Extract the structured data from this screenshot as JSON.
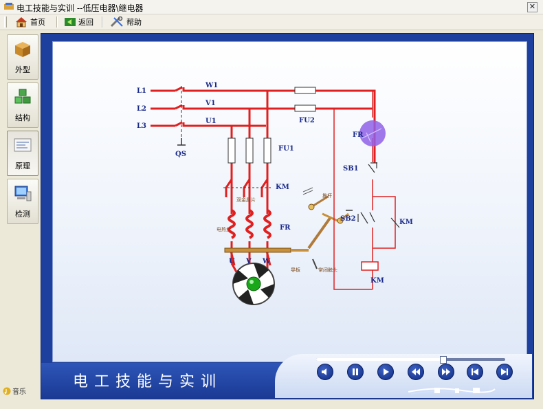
{
  "window": {
    "title": "电工技能与实训 --低压电器\\继电器"
  },
  "toolbar": {
    "home_label": "首页",
    "back_label": "返回",
    "help_label": "帮助"
  },
  "sidebar": {
    "items": [
      {
        "label": "外型",
        "icon": "box-icon"
      },
      {
        "label": "结构",
        "icon": "cubes-icon"
      },
      {
        "label": "原理",
        "icon": "diagram-icon"
      },
      {
        "label": "检测",
        "icon": "computer-icon"
      }
    ]
  },
  "music": {
    "label": "音乐"
  },
  "banner": {
    "text": "电工技能与实训"
  },
  "player": {
    "progress": 0.67
  },
  "diagram": {
    "lines": [
      "L1",
      "L2",
      "L3"
    ],
    "phases": [
      "W1",
      "V1",
      "U1"
    ],
    "qs": "QS",
    "fu1": "FU1",
    "fu2": "FU2",
    "km_main": "KM",
    "fr_main": "FR",
    "fr_ctrl": "FR",
    "sb1": "SB1",
    "sb2": "SB2",
    "km_aux": "KM",
    "km_coil": "KM",
    "motor_terms": [
      "U",
      "V",
      "W"
    ],
    "heater_label": "电热丝",
    "label_pushrod": "推杆",
    "label_guide": "导板",
    "label_nc_contact": "常闭触头",
    "label_bimetal": "双金属片"
  },
  "colors": {
    "wire": "#e02020",
    "panel_bg": "#1d3f9d",
    "text_blue": "#1a2a8a"
  }
}
